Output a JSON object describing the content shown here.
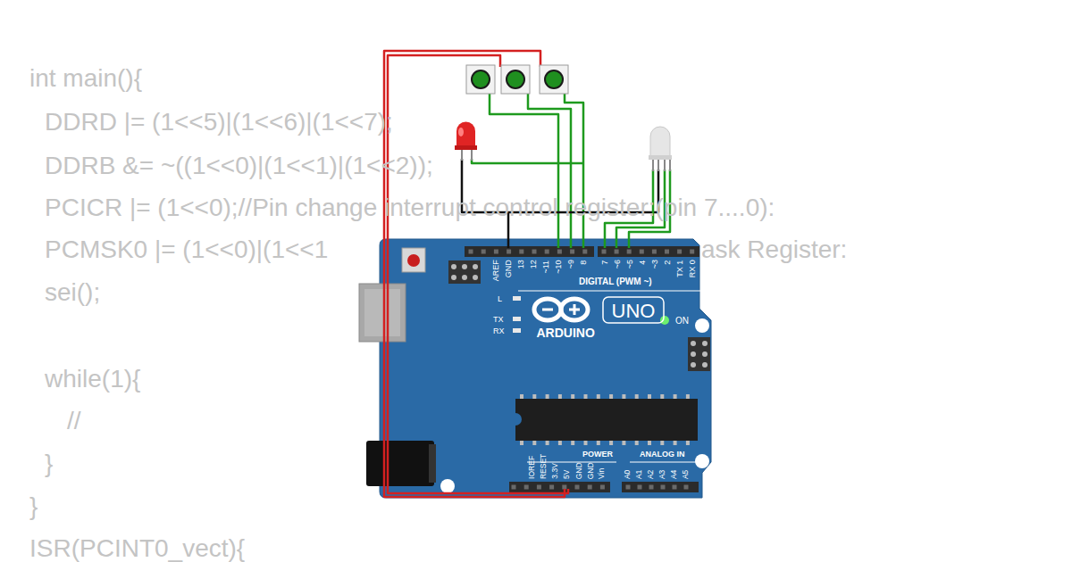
{
  "diagram": {
    "labels": [
      "int main(){",
      "DDRD |= (1<<5)|(1<<6)|(1<<7);",
      "DDRB &= ~((1<<0)|(1<<1)|(1<<2));",
      "PCICR |= (1<<0);//Pin change interrupt control register:(pin 7....0):",
      "PCMSK0 |= (1<<0)|(1<<1",
      "ask Register:",
      "sei();",
      "while(1){",
      "//",
      "}",
      "}",
      "ISR(PCINT0_vect){",
      "AREF",
      "GND",
      "13",
      "12",
      "~11",
      "~10",
      "~9",
      "8",
      "7",
      "~6",
      "~5",
      "4",
      "~3",
      "2",
      "TX 1",
      "RX 0",
      "DIGITAL (PWM ~)",
      "L",
      "TX",
      "RX",
      "ARDUINO",
      "UNO",
      "ON",
      "IOREF",
      "RESET",
      "3.3V",
      "5V",
      "GND",
      "GND",
      "Vin",
      "POWER",
      "ANALOG IN",
      "A0",
      "A1",
      "A2",
      "A3",
      "A4",
      "A5"
    ]
  }
}
